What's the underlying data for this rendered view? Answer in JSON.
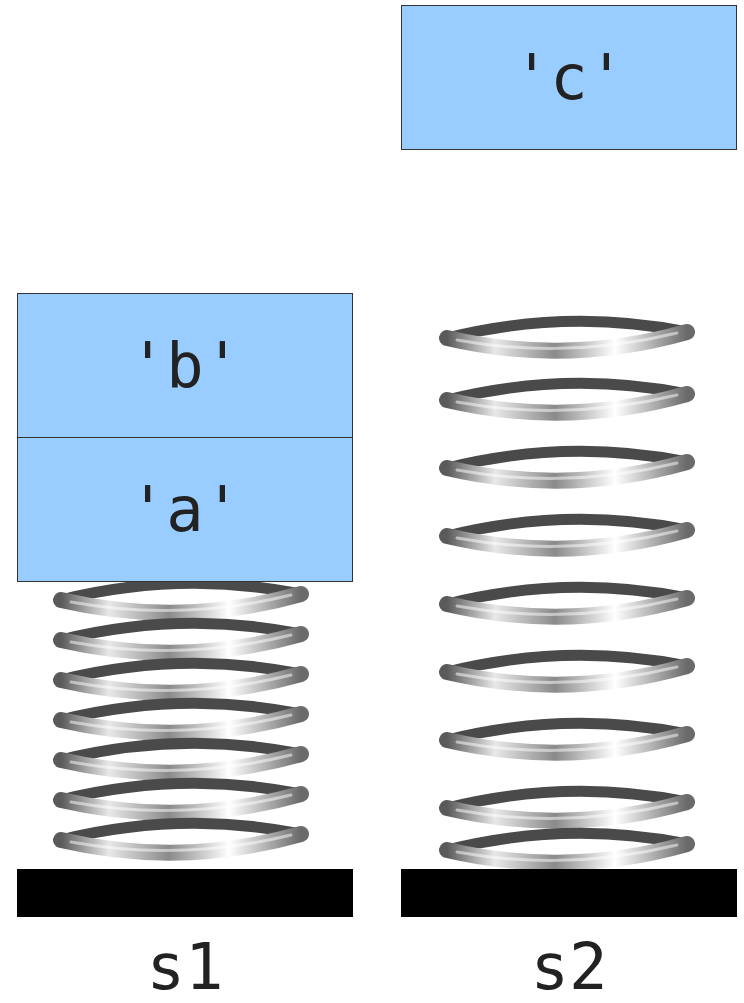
{
  "diagram": {
    "nodes": [
      {
        "text": [
          "'b'"
        ]
      },
      {
        "text": [
          "'a'"
        ]
      },
      {
        "text": [
          "'c'"
        ]
      }
    ],
    "labels": [
      "s1",
      "s2"
    ]
  }
}
